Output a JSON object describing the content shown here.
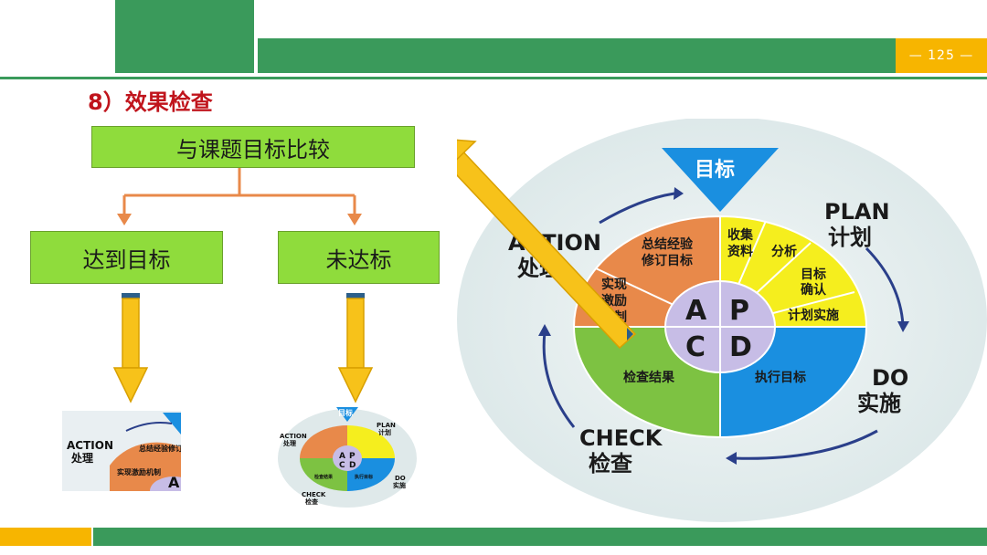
{
  "header": {
    "page_number": "— 125 —"
  },
  "title": "8）效果检查",
  "flow": {
    "top": "与课题目标比较",
    "left": "达到目标",
    "right": "未达标"
  },
  "pdca": {
    "goal": "目标",
    "plan_en": "PLAN",
    "plan_cn": "计划",
    "do_en": "DO",
    "do_cn": "实施",
    "check_en": "CHECK",
    "check_cn": "检查",
    "action_en": "ACTION",
    "action_cn": "处理",
    "p_items": [
      "收集资料",
      "分析",
      "目标确认",
      "计划实施"
    ],
    "a_items": [
      "总结经验修订目标",
      "实现激励机制"
    ],
    "check_label": "检查结果",
    "do_label": "执行目标",
    "letters": [
      "A",
      "P",
      "C",
      "D"
    ]
  },
  "colors": {
    "green": "#3a9a5b",
    "yellow": "#f7b500",
    "box": "#8fdc3c",
    "title": "#c0141c",
    "orange": "#e8894a",
    "quad_yellow": "#f5ee1e",
    "quad_green": "#7dc242",
    "quad_blue": "#1a8fe0",
    "center": "#c7bde6"
  }
}
